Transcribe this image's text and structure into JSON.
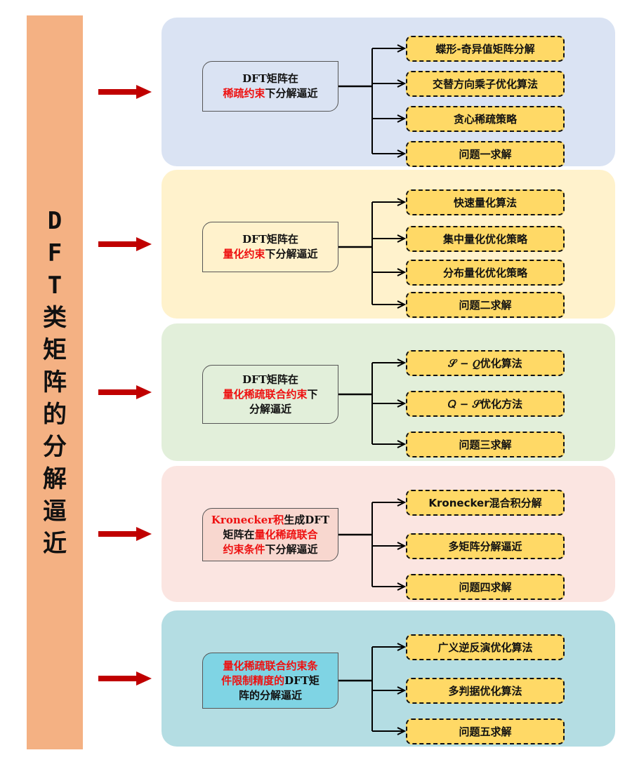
{
  "title": {
    "chars": [
      "D",
      "F",
      "T",
      "类",
      "矩",
      "阵",
      "的",
      "分",
      "解",
      "逼",
      "近"
    ]
  },
  "colors": {
    "title_bg": "#f4b183",
    "arrow": "#c00000",
    "highlight_text": "#ee1111",
    "sub_box_fill": "#ffd966"
  },
  "panels": [
    {
      "bg": "#dae3f3",
      "main_box_bg": "#dae3f3",
      "main_lines": [
        [
          {
            "t": "DFT矩阵在",
            "red": false
          }
        ],
        [
          {
            "t": "稀疏约束",
            "red": true
          },
          {
            "t": "下分解逼近",
            "red": false
          }
        ]
      ],
      "items": [
        "蝶形-奇异值矩阵分解",
        "交替方向乘子优化算法",
        "贪心稀疏策略",
        "问题一求解"
      ]
    },
    {
      "bg": "#fff2cc",
      "main_box_bg": "#fff2cc",
      "main_lines": [
        [
          {
            "t": "DFT矩阵在",
            "red": false
          }
        ],
        [
          {
            "t": "量化约束",
            "red": true
          },
          {
            "t": "下分解逼近",
            "red": false
          }
        ]
      ],
      "items": [
        "快速量化算法",
        "集中量化优化策略",
        "分布量化优化策略",
        "问题二求解"
      ]
    },
    {
      "bg": "#e2efda",
      "main_box_bg": "#e2efda",
      "main_lines": [
        [
          {
            "t": "DFT矩阵在",
            "red": false
          }
        ],
        [
          {
            "t": "量化稀疏联合约束",
            "red": true
          },
          {
            "t": "下",
            "red": false
          }
        ],
        [
          {
            "t": "分解逼近",
            "red": false
          }
        ]
      ],
      "items": [
        "𝒮 − 𝑄优化算法",
        "𝑄 − 𝒮优化方法",
        "问题三求解"
      ]
    },
    {
      "bg": "#fbe5e1",
      "main_box_bg": "#f8d7cf",
      "main_lines": [
        [
          {
            "t": "Kronecker积",
            "red": true
          },
          {
            "t": "生成DFT",
            "red": false
          }
        ],
        [
          {
            "t": "矩阵在",
            "red": false
          },
          {
            "t": "量化稀疏联合",
            "red": true
          }
        ],
        [
          {
            "t": "约束条件",
            "red": true
          },
          {
            "t": "下分解逼近",
            "red": false
          }
        ]
      ],
      "items": [
        "Kronecker混合积分解",
        "多矩阵分解逼近",
        "问题四求解"
      ]
    },
    {
      "bg": "#b4dde3",
      "main_box_bg": "#7fd4e4",
      "main_lines": [
        [
          {
            "t": "量化稀疏联合约束条",
            "red": true
          }
        ],
        [
          {
            "t": "件限制精度的",
            "red": true
          },
          {
            "t": "DFT矩",
            "red": false
          }
        ],
        [
          {
            "t": "阵的分解逼近",
            "red": false
          }
        ]
      ],
      "items": [
        "广义逆反演优化算法",
        "多判据优化算法",
        "问题五求解"
      ]
    }
  ]
}
